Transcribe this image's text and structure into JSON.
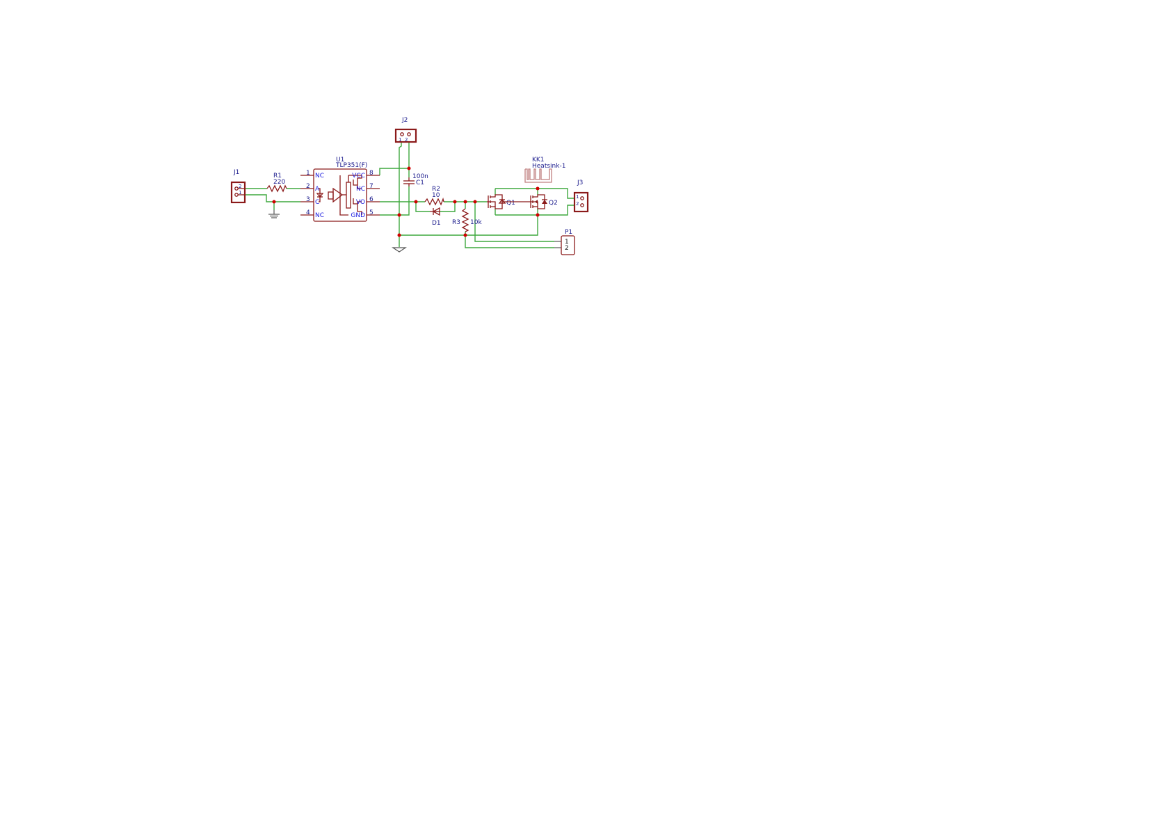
{
  "colors": {
    "wire": "#3fa83f",
    "component": "#8b1a1a",
    "junction": "#d00000",
    "reference_text": "#1a1a8c",
    "pin_text": "#2020e0"
  },
  "components": {
    "J1": {
      "ref": "J1",
      "pins": [
        "2",
        "1"
      ]
    },
    "R1": {
      "ref": "R1",
      "value": "220"
    },
    "U1": {
      "ref": "U1",
      "value": "TLP351(F)",
      "left_pins": [
        {
          "num": "1",
          "name": "NC"
        },
        {
          "num": "2",
          "name": "A"
        },
        {
          "num": "3",
          "name": "C"
        },
        {
          "num": "4",
          "name": "NC"
        }
      ],
      "right_pins": [
        {
          "num": "8",
          "name": "VCC"
        },
        {
          "num": "7",
          "name": "NC"
        },
        {
          "num": "6",
          "name": "VO"
        },
        {
          "num": "5",
          "name": "GND"
        }
      ]
    },
    "J2": {
      "ref": "J2",
      "pins": [
        "1",
        "2"
      ]
    },
    "C1": {
      "ref": "C1",
      "value": "100n"
    },
    "R2": {
      "ref": "R2",
      "value": "10"
    },
    "D1": {
      "ref": "D1"
    },
    "R3": {
      "ref": "R3",
      "value": "10k"
    },
    "Q1": {
      "ref": "Q1"
    },
    "Q2": {
      "ref": "Q2"
    },
    "KK1": {
      "ref": "KK1",
      "value": "Heatsink-1"
    },
    "J3": {
      "ref": "J3",
      "pins": [
        "1",
        "2"
      ]
    },
    "P1": {
      "ref": "P1",
      "pins": [
        "1",
        "2"
      ]
    }
  }
}
